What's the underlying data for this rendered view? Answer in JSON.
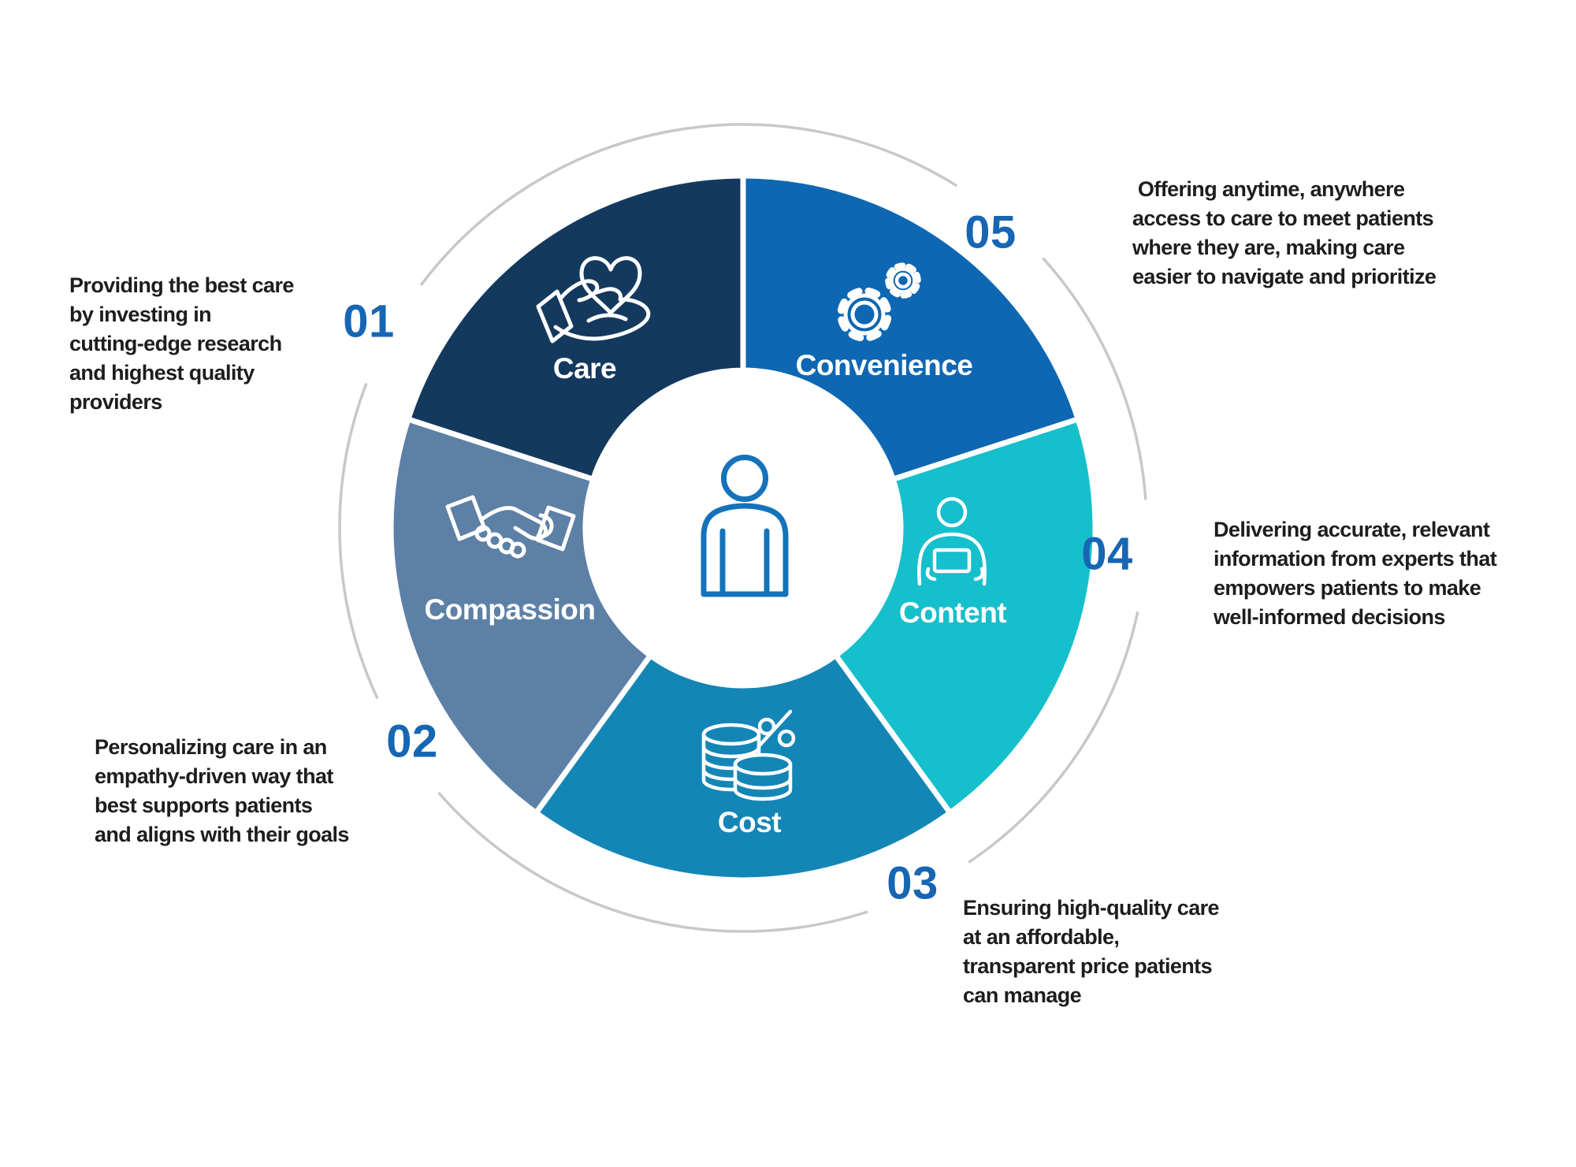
{
  "figure": {
    "type": "circular-segments-diagram",
    "center_icon": "person",
    "palette": {
      "accent_number_blue": "#1766b4",
      "outer_ring_gray": "#c8c8c8",
      "body_text": "#1d1d1b",
      "segment_label_text": "#ffffff",
      "center_icon_blue": "#1473bb"
    },
    "segments": [
      {
        "label": "Care",
        "color": "#14395e",
        "icon": "hand-holding-heart"
      },
      {
        "label": "Convenience",
        "color": "#0e67b2",
        "icon": "gears"
      },
      {
        "label": "Content",
        "color": "#16bfcc",
        "icon": "person-reading"
      },
      {
        "label": "Cost",
        "color": "#1486b6",
        "icon": "coins-percent"
      },
      {
        "label": "Compassion",
        "color": "#5d80a6",
        "icon": "handshake"
      }
    ],
    "callouts": [
      {
        "number": "01",
        "lines": [
          "Providing the best care",
          "by investing in",
          "cutting-edge research",
          "and highest quality",
          "providers"
        ]
      },
      {
        "number": "02",
        "lines": [
          "Personalizing care in an",
          "empathy-driven way that",
          "best supports patients",
          "and aligns with their goals"
        ]
      },
      {
        "number": "03",
        "lines": [
          "Ensuring high-quality care",
          "at an affordable,",
          "transparent price patients",
          "can manage"
        ]
      },
      {
        "number": "04",
        "lines": [
          "Delivering accurate, relevant",
          "information from experts that",
          "empowers patients to make",
          "well-informed decisions"
        ]
      },
      {
        "number": "05",
        "lines": [
          " Offering anytime, anywhere",
          "access to care to meet patients",
          "where they are, making care",
          "easier to navigate and prioritize"
        ]
      }
    ]
  }
}
